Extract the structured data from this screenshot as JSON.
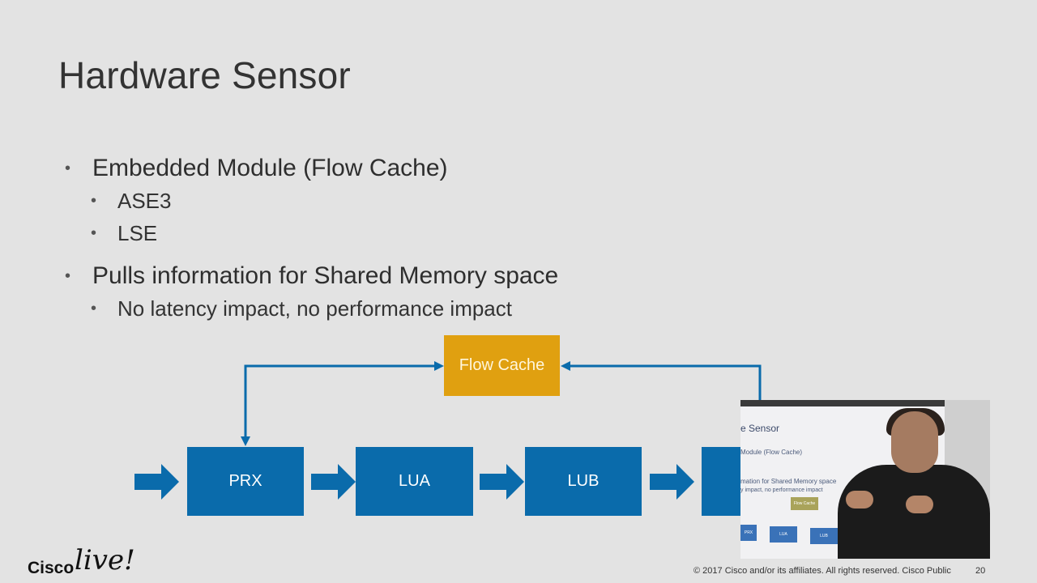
{
  "slide": {
    "title": "Hardware Sensor",
    "bullets": [
      {
        "text": "Embedded Module (Flow Cache)",
        "sub": [
          "ASE3",
          "LSE"
        ]
      },
      {
        "text": "Pulls information for Shared Memory space",
        "sub": [
          "No latency impact, no performance impact"
        ]
      }
    ],
    "bullet_glyph": "•"
  },
  "diagram": {
    "flow_cache_label": "Flow Cache",
    "stages": [
      "PRX",
      "LUA",
      "LUB"
    ],
    "colors": {
      "stage": "#0a6bab",
      "flow_cache": "#e0a010",
      "arrow": "#0a6bab"
    }
  },
  "webcam": {
    "screen_title": "e Sensor",
    "screen_line1": "Module (Flow Cache)",
    "screen_line2": "mation for Shared Memory space",
    "screen_line3": "y impact, no performance impact",
    "screen_flow_cache": "Flow Cache",
    "screen_stage1": "PRX",
    "screen_stage2": "LUA",
    "screen_stage3": "LUB"
  },
  "footer": {
    "logo_cisco": "Cisco",
    "logo_live": "live!",
    "copyright": "© 2017 Cisco and/or its affiliates. All rights reserved.   Cisco Public",
    "page_number": "20"
  }
}
